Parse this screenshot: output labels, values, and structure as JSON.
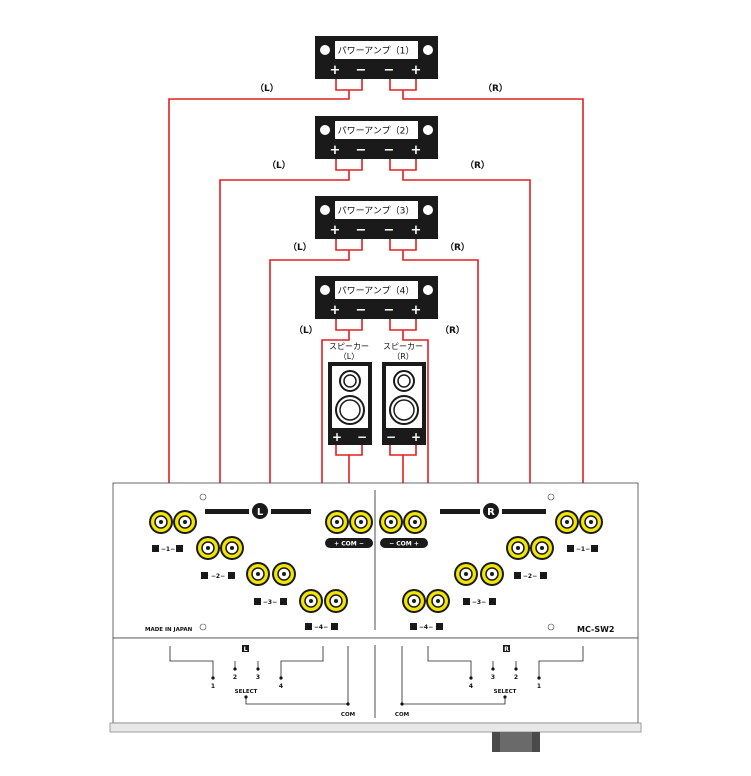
{
  "amps": [
    {
      "label": "パワーアンプ（1）",
      "left_side": "（L）",
      "right_side": "（R）"
    },
    {
      "label": "パワーアンプ（2）",
      "left_side": "（L）",
      "right_side": "（R）"
    },
    {
      "label": "パワーアンプ（3）",
      "left_side": "（L）",
      "right_side": "（R）"
    },
    {
      "label": "パワーアンプ（4）",
      "left_side": "（L）",
      "right_side": "（R）"
    }
  ],
  "amp_terminals": [
    "+",
    "−",
    "−",
    "+"
  ],
  "speakers": [
    {
      "label": "スピーカー",
      "side": "（L）",
      "terminals": [
        "+",
        "−"
      ]
    },
    {
      "label": "スピーカー",
      "side": "（R）",
      "terminals": [
        "−",
        "+"
      ]
    }
  ],
  "panel": {
    "maker": "MADE IN JAPAN",
    "model": "MC-SW2",
    "badge_left": "L",
    "badge_right": "R",
    "com_left": "+ COM −",
    "com_right": "− COM +",
    "left_jack_labels": [
      "+ −1− −",
      "+ −2− −",
      "+ −3− −",
      "+ −4− −"
    ],
    "right_jack_labels": [
      "− −1− +",
      "− −2− +",
      "− −3− +",
      "− −4− +"
    ]
  },
  "switch": {
    "left_positions": [
      "1",
      "2",
      "3",
      "4"
    ],
    "right_positions": [
      "4",
      "3",
      "2",
      "1"
    ],
    "select_label": "SELECT",
    "com_label": "COM",
    "badge_left": "L",
    "badge_right": "R"
  },
  "colors": {
    "wire": "#e02020",
    "jack": "#f2e600",
    "dark": "#1a1a1a"
  }
}
